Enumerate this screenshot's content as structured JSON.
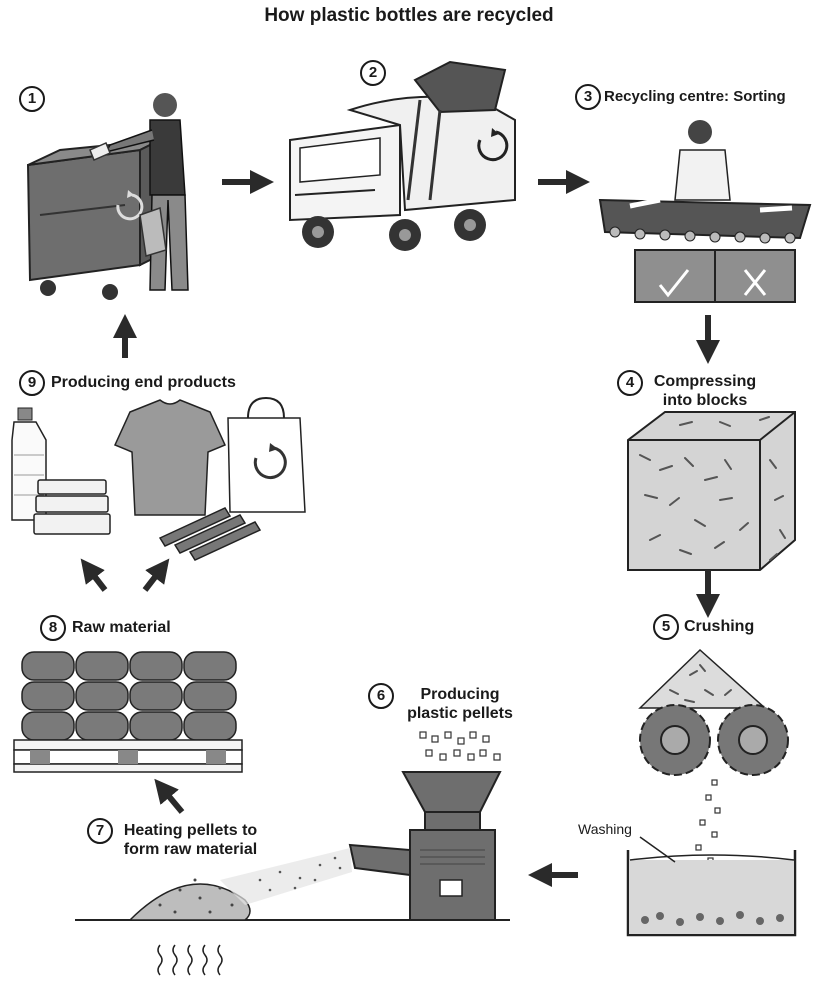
{
  "title": "How plastic bottles are recycled",
  "steps": [
    {
      "number": "1"
    },
    {
      "number": "2"
    },
    {
      "number": "3",
      "label": "Recycling centre: Sorting"
    },
    {
      "number": "4",
      "label_line1": "Compressing",
      "label_line2": "into blocks"
    },
    {
      "number": "5",
      "label": "Crushing"
    },
    {
      "number": "6",
      "label_line1": "Producing",
      "label_line2": "plastic pellets"
    },
    {
      "number": "7",
      "label_line1": "Heating pellets to",
      "label_line2": "form raw material"
    },
    {
      "number": "8",
      "label": "Raw material"
    },
    {
      "number": "9",
      "label": "Producing end products"
    }
  ],
  "washing_label": "Washing",
  "colors": {
    "ink": "#1a1a1a",
    "mid_gray": "#8a8a8a",
    "light_gray": "#c9c9c9",
    "dark_gray": "#5a5a5a"
  },
  "icons": [
    "recycle-icon",
    "check-icon",
    "cross-icon",
    "heat-icon",
    "arrow-icon"
  ]
}
